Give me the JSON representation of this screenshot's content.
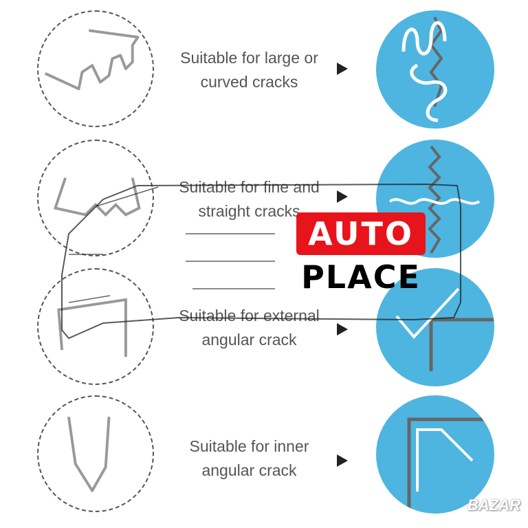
{
  "items": [
    {
      "label_line1": "Suitable for large or",
      "label_line2": "curved cracks",
      "clip": "wave-clip-icon"
    },
    {
      "label_line1": "Suitable for fine and",
      "label_line2": "straight cracks",
      "clip": "flat-wave-clip-icon"
    },
    {
      "label_line1": "Suitable for external",
      "label_line2": "angular crack",
      "clip": "outer-corner-clip-icon"
    },
    {
      "label_line1": "Suitable for inner",
      "label_line2": "angular crack",
      "clip": "v-clip-icon"
    }
  ],
  "watermark": {
    "line1": "AUTO",
    "line2": "PLACE"
  },
  "site_logo": "BAZAR",
  "colors": {
    "blue": "#4db5e0",
    "red": "#e8141b",
    "text": "#555555"
  }
}
